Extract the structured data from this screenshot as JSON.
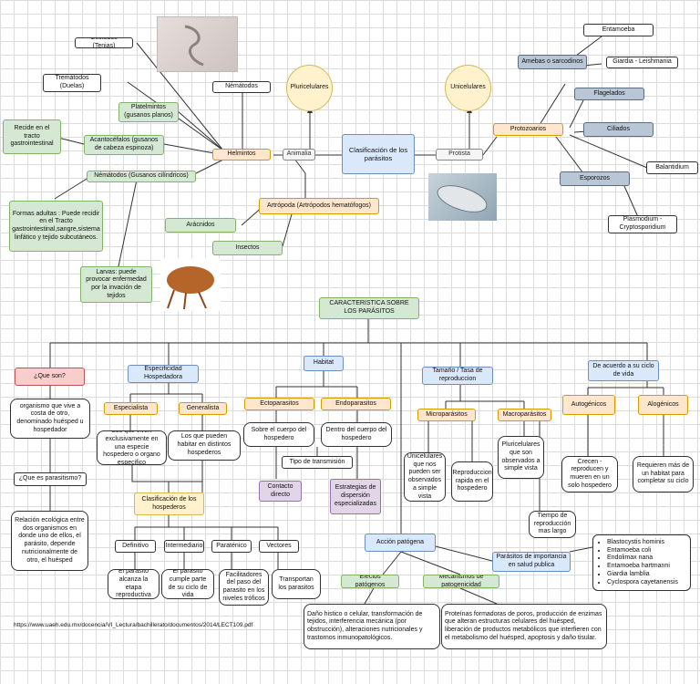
{
  "top": {
    "cestodos": "Céstodos (Tenias)",
    "trematodos": "Tremátodos (Duelas)",
    "nematodos_top": "Némátodos",
    "platelmintos": "Platelmintos (gusanos planos)",
    "recide": "Recide en el tracto gastrointestinal",
    "acantocefalos": "Acantocéfalos (gusanos de cabeza espinoza)",
    "helmintos": "Helmintos",
    "nematodos_cil": "Némátodos (Gusanos cilíndricos)",
    "pluricelulares": "Pluricelulares",
    "unicelulares": "Unicelulares",
    "animalia": "Animalia",
    "clasificacion": "Clasificación de los parásitos",
    "protista": "Protista",
    "protozoarios": "Protozoarios",
    "entamoeba": "Entamoeba",
    "amebas": "Amebas o sarcodinos",
    "giardia": "Giardia - Leishmania",
    "flagelados": "Flagelados",
    "ciliados": "Ciliados",
    "balantidium": "Balantidium",
    "esporozoos": "Esporozos",
    "plasmodium": "Plasmodium - Cryptosporidium",
    "artropoda": "Artrópoda (Artrópodos hematófogos)",
    "aracnidos": "Arácnidos",
    "insectos": "Insectos",
    "formas_adultas": "Formas adultas : Puede recidir en el Tracto gastrointestinal,sangre,sistema linfático y tejido subcutáneos.",
    "larvas": "Larvas: puede provocar enfermedad por la invación de tejidos"
  },
  "bottom": {
    "caracteristica": "CARACTERISTICA SOBRE LOS PARÁSITOS",
    "que_son": "¿Que son?",
    "organismo": "organismo que vive a costa de otro, denominado huésped u hospedador",
    "que_es_parasitismo": "¿Que es parasitismo?",
    "relacion": "Relación ecológica entre dos organismos en donde uno de ellos, el parásito, depende nutricionalmente de otro, el huésped",
    "especificidad": "Especificidad Hospedadora",
    "especialista": "Especialista",
    "generalista": "Generalista",
    "los_que_viven": "Los que viven exclusivamente en una especie hospedero o organo especifico",
    "los_que_pueden": "Los que pueden habitar en distintos hospederos",
    "clasif_hospederos": "Clasificación de los hospederos",
    "definitivo": "Definitivo",
    "intermediario": "Intermediario",
    "paratenico": "Paraténico",
    "vectores": "Vectores",
    "def_desc": "El parasito alcanza la etapa reproductiva",
    "int_desc": "El parasito cumple parte de su ciclo de vida",
    "par_desc": "Facilitadores del paso del parasito en los niveles tróficos",
    "vec_desc": "Transportan los parasitos",
    "habitat": "Habitat",
    "ectoparasitos": "Ectoparasitos",
    "endoparasitos": "Endoparasitos",
    "sobre_cuerpo": "Sobre el cuerpo del hospedero",
    "dentro_cuerpo": "Dentro del cuerpo del hospedero",
    "tipo_transmision": "Tipo de transmisión",
    "contacto": "Contacto directo",
    "estrategias": "Estrategias de dispersión especializadas",
    "tamano": "Tamaño / Tasa de reproduccion",
    "microparasitos": "Microparásitos",
    "macroparasitos": "Macroparásitos",
    "unicelulares_desc": "Unicelulares que nos pueden ser observados a simple vista",
    "reproduccion_rapida": "Reproduccion rapida en el hospedero",
    "pluricelulares_desc": "Pluricelulares que son observados a simple vista",
    "tiempo_largo": "Tiempo de reproducción mas largo",
    "ciclo": "De acuerdo a su ciclo de vida",
    "autogenicos": "Autogénicos",
    "alogenicos": "Alogénicos",
    "crecen": "Crecen - reproducen y mueren en un solo hospedero",
    "requieren": "Requieren más de un habitat para completar su ciclo",
    "accion": "Acción patógena",
    "parasitos_importancia": "Parásitos de importancia en salud publica",
    "parasitos_list": [
      "Blastocystis hominis",
      "Entamoeba coli",
      "Endolimax nana",
      "Entamoeba hartmanni",
      "Giardia lamblia",
      "Cyclospora cayetanensis"
    ],
    "efectos": "Efectos patógenos",
    "mecanismos": "Mecanismos de patogenicidad",
    "dano": "Daño histico o celular, transformación de tejidos, interferencia mecánica (por obstrucción), alteraciones nutricionales y trastornos inmunopatológicos.",
    "proteinas": "Proteínas formadoras de poros, producción de enzimas que alteran estructuras celulares del huésped, liberación de productos metabólicos que interfieren con el metabolismo del huésped, apoptosis y daño tisular.",
    "url": "https://www.uaeh.edu.mx/docencia/VI_Lectura/bachillerato/documentos/2014/LECT109.pdf"
  },
  "colors": {
    "green": "#d5e8d4",
    "orange": "#ffe6cc",
    "blue": "#dae8fc",
    "purple": "#e1d5e7",
    "red": "#f8cecc",
    "yellow": "#fff2cc",
    "steel": "#b9c6d6"
  },
  "images": [
    "worm-photo",
    "flea-photo",
    "paramecium-photo"
  ]
}
